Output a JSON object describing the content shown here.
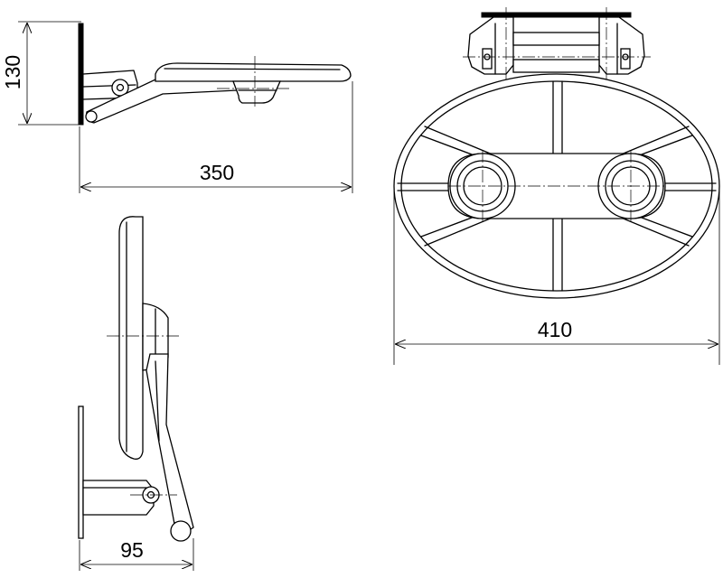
{
  "drawing": {
    "dimensions": {
      "height": "130",
      "depth_side": "350",
      "width_front": "410",
      "depth_folded": "95"
    }
  }
}
